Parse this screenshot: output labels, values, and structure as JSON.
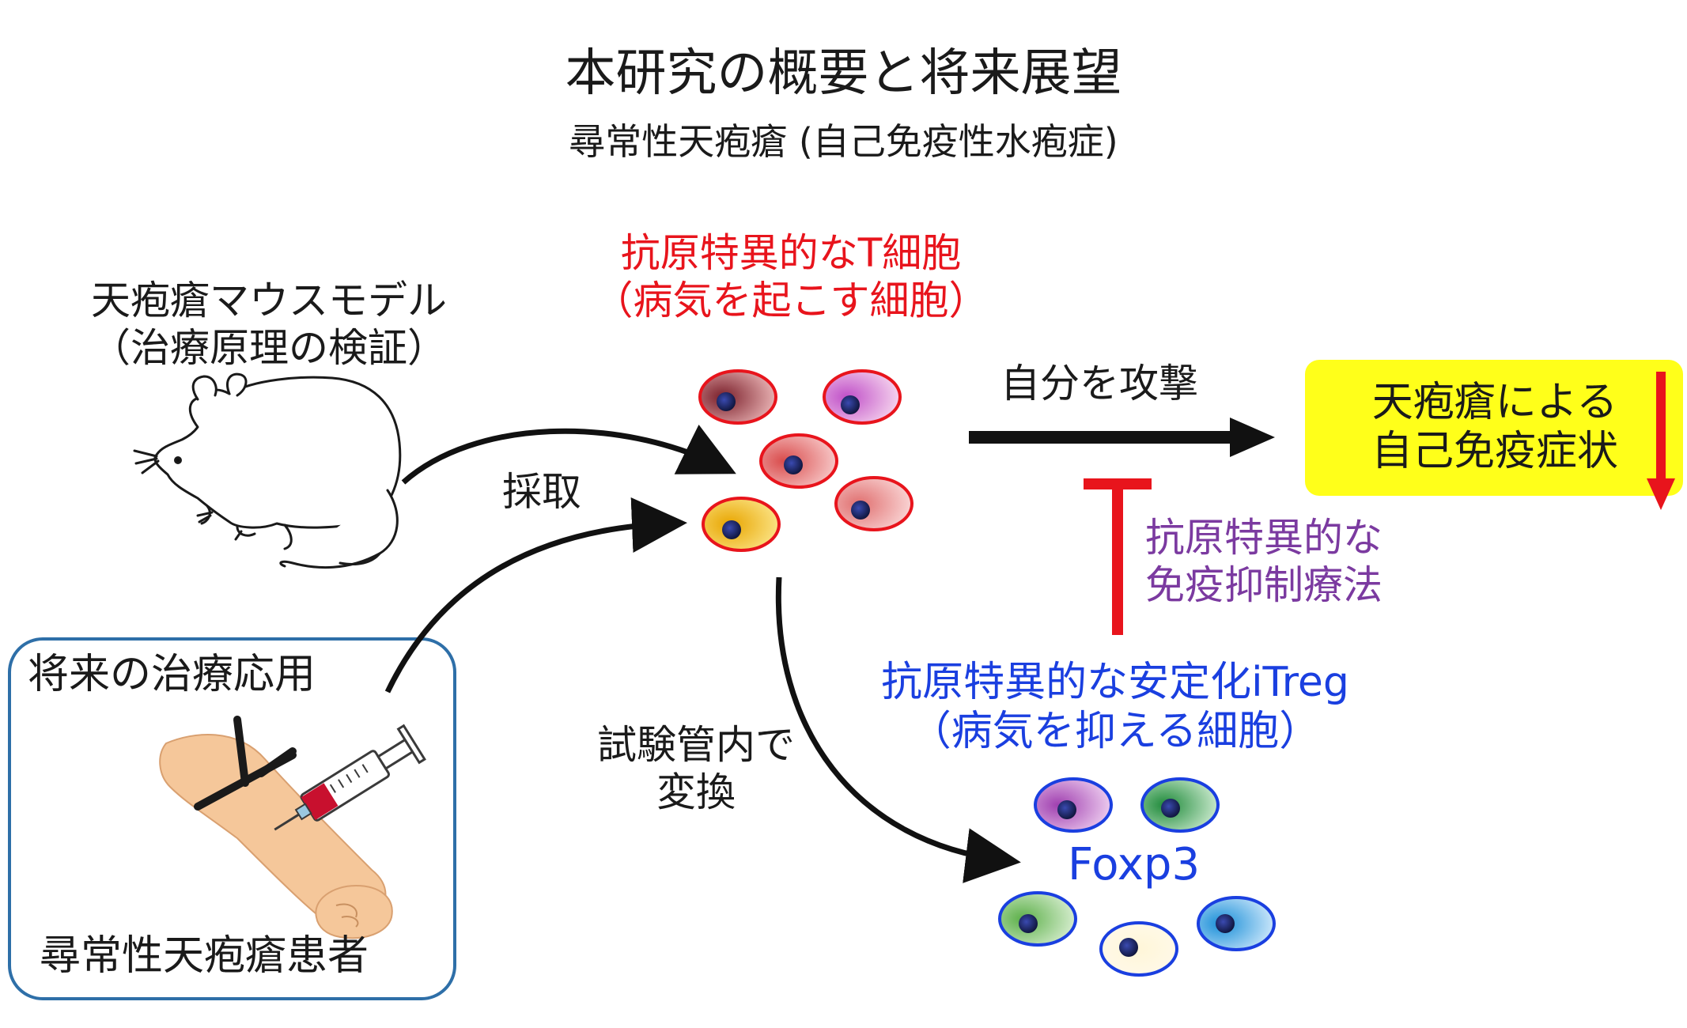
{
  "header": {
    "title": "本研究の概要と将来展望",
    "subtitle": "尋常性天疱瘡 (自己免疫性水疱症)"
  },
  "mouse_model": {
    "line1": "天疱瘡マウスモデル",
    "line2": "（治療原理の検証）"
  },
  "pathogenic_cells": {
    "line1": "抗原特異的なT細胞",
    "line2": "（病気を起こす細胞）",
    "color": "#e8141c"
  },
  "arrows": {
    "collect_label": "採取",
    "attack_label": "自分を攻撃",
    "convert_line1": "試験管内で",
    "convert_line2": "変換"
  },
  "outcome": {
    "line1": "天疱瘡による",
    "line2": "自己免疫症状",
    "box_color": "#ffff1a",
    "arrow_color": "#e8141c"
  },
  "therapy": {
    "line1": "抗原特異的な",
    "line2": "免疫抑制療法",
    "color": "#7b3aa0",
    "inhibit_color": "#e8141c"
  },
  "itreg": {
    "line1": "抗原特異的な安定化iTreg",
    "line2": "（病気を抑える細胞）",
    "marker": "Foxp3",
    "color": "#1a3fe0"
  },
  "future_box": {
    "title": "将来の治療応用",
    "caption": "尋常性天疱瘡患者",
    "border_color": "#2e6fa8"
  }
}
